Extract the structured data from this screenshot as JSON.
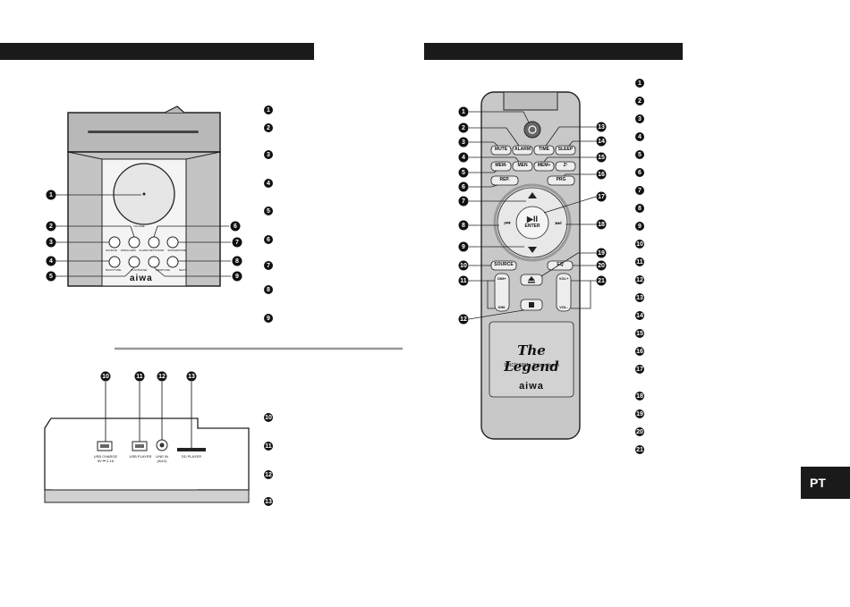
{
  "device": {
    "brand": "aiwa",
    "knob_label": "VOLUME",
    "button_row1_labels": [
      "SOURCE",
      "DIM/ALARM",
      "ALARM SET/STAND",
      "SNOOZE/TIME"
    ],
    "button_row2_labels": [
      "BACK/TUNE-",
      "PLAY/PAUSE",
      "MEM/TUNE",
      "NEXT"
    ]
  },
  "device_callouts": [
    "1",
    "2",
    "3",
    "4",
    "5",
    "6",
    "7",
    "8",
    "9"
  ],
  "rear": {
    "callouts": [
      "10",
      "11",
      "12",
      "13"
    ],
    "port_labels": [
      "USB CHARGE\n5V ⎓ 2.1A",
      "USB PLAYER",
      "LINE IN\n(AUX)",
      "SD PLAYER"
    ]
  },
  "remote": {
    "buttons": {
      "mute": "MUTE",
      "alarm": "ALARM",
      "time": "TIME",
      "sleep": "SLEEP",
      "men": "MEN",
      "mem_minus": "MEM-",
      "mem_plus": "MEM+",
      "zz": "Z²",
      "rep": "REP.",
      "prg": "PRG",
      "enter": "ENTER",
      "source": "SOURCE",
      "eq": "EQ",
      "dim_plus": "DIM+",
      "dim_minus": "DIM-",
      "vol_plus": "VOL+",
      "vol_minus": "VOL-"
    },
    "logo_script": "The Legend",
    "logo_tagline": "SINCE 1951 · Tokyo, Japan",
    "brand": "aiwa"
  },
  "remote_callouts": [
    "1",
    "2",
    "3",
    "4",
    "5",
    "6",
    "7",
    "8",
    "9",
    "10",
    "11",
    "12",
    "13",
    "14",
    "15",
    "16",
    "17",
    "18",
    "19",
    "20",
    "21"
  ],
  "remote_legend": [
    "1",
    "2",
    "3",
    "4",
    "5",
    "6",
    "7",
    "8",
    "9",
    "10",
    "11",
    "12",
    "13",
    "14",
    "15",
    "16",
    "17",
    "18",
    "19",
    "20",
    "21"
  ],
  "side_tab": "PT"
}
